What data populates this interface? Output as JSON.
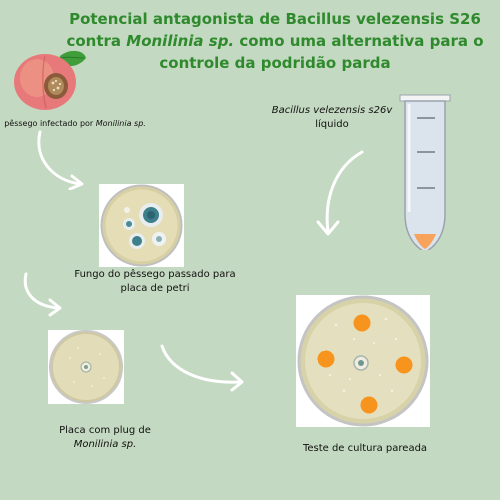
{
  "title": {
    "line1": "Potencial antagonista de Bacillus velezensis S26",
    "line2_pre": "contra ",
    "line2_italic": "Monilinia sp.",
    "line2_post": " como uma alternativa para o",
    "line3": "controle da podridão parda"
  },
  "peach_caption": {
    "text": "pêssego infectado por ",
    "italic": "Monilinia sp."
  },
  "tube_label": {
    "italic": "Bacillus velezensis s26v",
    "text": "líquido"
  },
  "petri1_caption": {
    "line1": "Fungo do pêssego passado para",
    "line2": "placa de petri"
  },
  "petri2_caption": {
    "line1": "Placa com plug de",
    "italic": "Monilinia sp."
  },
  "petri3_caption": {
    "text": "Teste de cultura pareada"
  },
  "colors": {
    "background": "#c4d9c1",
    "title": "#2e8a2c",
    "bacillus_spot": "#f7941d",
    "arrow": "#ffffff"
  }
}
